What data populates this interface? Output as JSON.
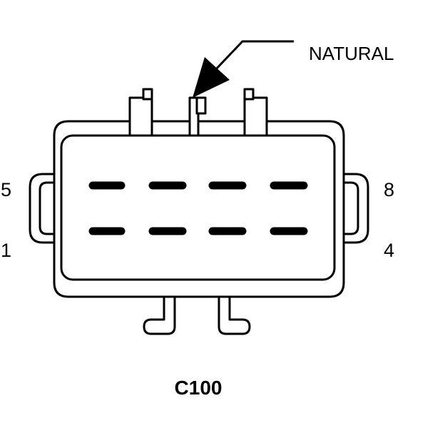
{
  "connector": {
    "name": "C100",
    "pin_labels": {
      "top_left": "5",
      "bottom_left": "1",
      "top_right": "8",
      "bottom_right": "4"
    },
    "callout": "NATURAL",
    "terminal_rows": 2,
    "terminals_per_row": 4
  }
}
